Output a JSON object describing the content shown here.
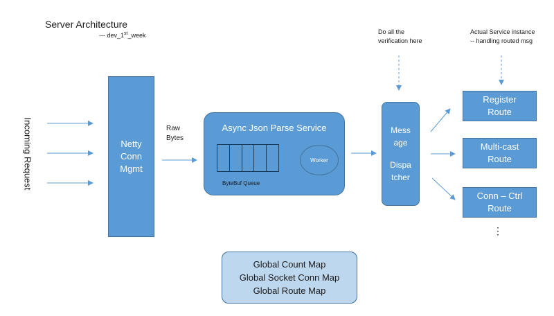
{
  "title": "Server Architecture",
  "subtitle": {
    "prefix": "--- dev_1",
    "sup": "st",
    "suffix": "_week"
  },
  "incoming_label": "Incoming Request",
  "netty_box": {
    "line1": "Netty",
    "line2": "Conn",
    "line3": "Mgmt"
  },
  "raw_bytes": {
    "line1": "Raw",
    "line2": "Bytes"
  },
  "async_service": {
    "title": "Async Json Parse Service",
    "queue_label": "ByteBuf Queue",
    "worker_label": "Worker"
  },
  "dispatcher": {
    "line1": "Mess",
    "line2": "age",
    "line3": "Dispa",
    "line4": "tcher"
  },
  "verification_note": {
    "line1": "Do all the",
    "line2": "verification here"
  },
  "service_note": {
    "line1": "Actual Service instance",
    "line2": "-- handling routed msg"
  },
  "routes": [
    {
      "line1": "Register",
      "line2": "Route"
    },
    {
      "line1": "Multi-cast",
      "line2": "Route"
    },
    {
      "line1": "Conn – Ctrl",
      "line2": "Route"
    }
  ],
  "ellipsis": "⋮",
  "global_maps": [
    "Global Count Map",
    "Global Socket Conn Map",
    "Global Route Map"
  ],
  "colors": {
    "box_fill": "#5b9bd5",
    "box_border": "#41719c",
    "arrow": "#5b9bd5",
    "map_fill": "#bdd7ee"
  }
}
